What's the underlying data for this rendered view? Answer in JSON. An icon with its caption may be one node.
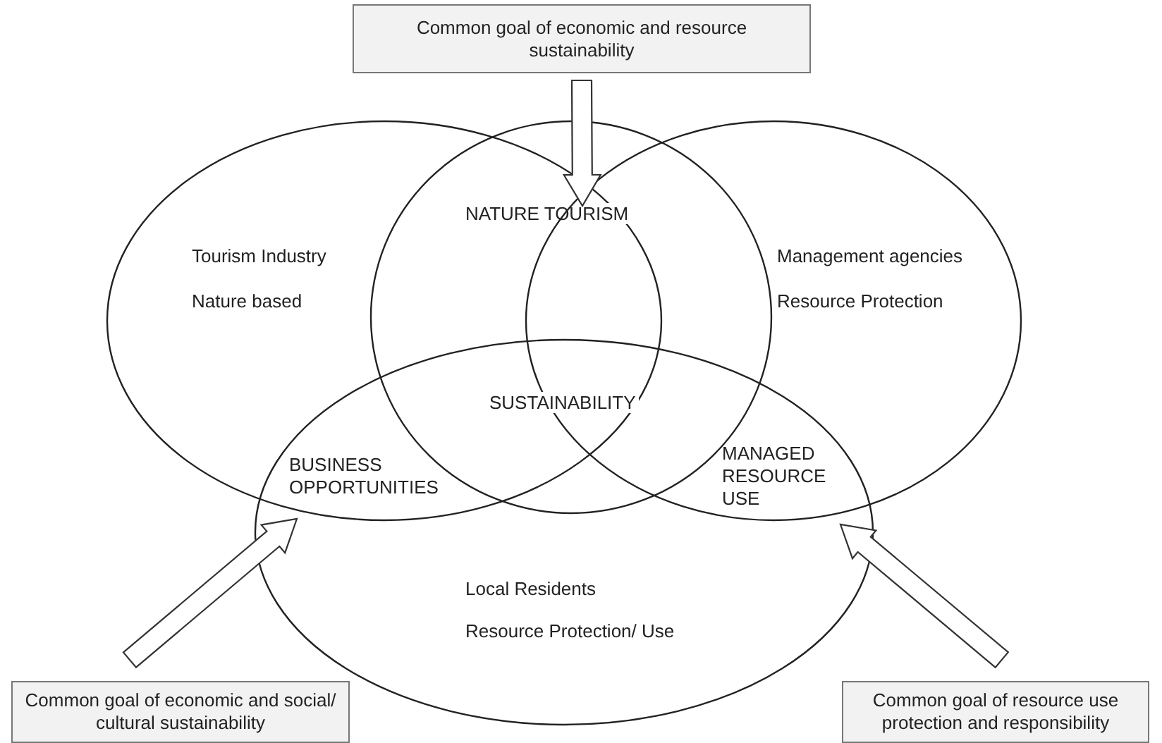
{
  "diagram": {
    "nodes": [
      {
        "text": [
          "Tourism Industry",
          "Nature based"
        ]
      },
      {
        "text": [
          "NATURE TOURISM"
        ]
      },
      {
        "text": [
          "Management agencies",
          "Resource Protection"
        ]
      },
      {
        "text": [
          "Local Residents",
          "Resource Protection/ Use"
        ]
      },
      {
        "text": [
          "BUSINESS OPPORTUNITIES"
        ]
      },
      {
        "text": [
          "MANAGED RESOURCE USE"
        ]
      },
      {
        "text": [
          "Common goal of economic and resource sustainability"
        ]
      },
      {
        "text": [
          "Common goal of economic and social/ cultural sustainability"
        ]
      },
      {
        "text": [
          "Common goal of resource use protection and responsibility"
        ]
      }
    ],
    "edges": [
      {
        "from": 6,
        "to": 1,
        "arrow": "to"
      },
      {
        "from": 7,
        "to": 4,
        "arrow": "to"
      },
      {
        "from": 8,
        "to": 5,
        "arrow": "to"
      }
    ],
    "labels": [
      "SUSTAINABILITY"
    ]
  }
}
